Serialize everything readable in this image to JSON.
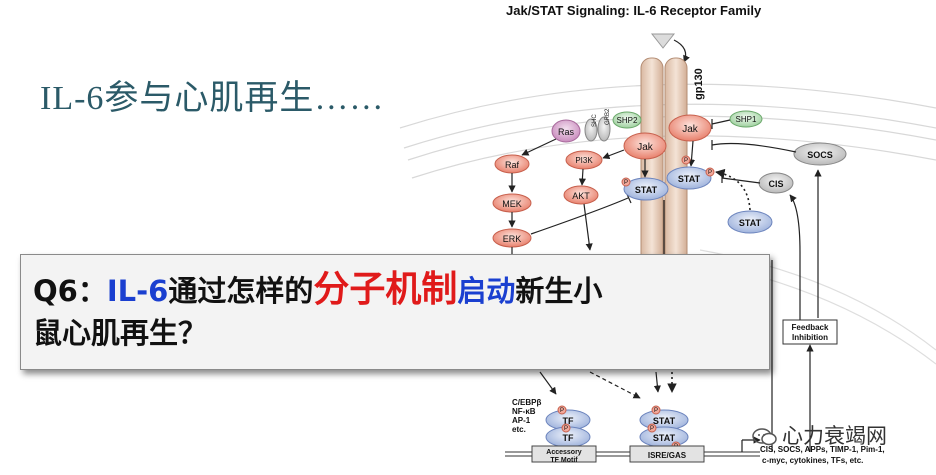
{
  "diagram": {
    "title": "Jak/STAT Signaling: IL-6 Receptor Family",
    "labels": {
      "gp130": "gp130",
      "ras": "Ras",
      "shc": "SHC",
      "grb2": "GRB2",
      "shp2": "SHP2",
      "shp1": "SHP1",
      "jak": "Jak",
      "socs": "SOCS",
      "raf": "Raf",
      "pi3k": "PI3K",
      "stat": "STAT",
      "cis": "CIS",
      "mek": "MEK",
      "akt": "AKT",
      "erk": "ERK",
      "tf": "TF",
      "p": "P",
      "feedback_line1": "Feedback",
      "feedback_line2": "Inhibition",
      "cofactors": [
        "C/EBPβ",
        "NF-κB",
        "AP-1",
        "etc."
      ],
      "accessory_line1": "Accessory",
      "accessory_line2": "TF Motif",
      "isre": "ISRE/GAS",
      "targets_line1": "CIS, SOCS, APPs, TIMP-1, Pim-1,",
      "targets_line2": "c-myc, cytokines, TFs, etc."
    }
  },
  "slide": {
    "heading": "IL-6参与心肌再生……",
    "question": {
      "prefix": "Q6：",
      "il6": "IL-6",
      "part1": "通过怎样的",
      "highlight": "分子机制",
      "part2": "启动",
      "part3": "新生小",
      "line2": "鼠心肌再生？"
    }
  },
  "watermark": {
    "text": "心力衰竭网"
  }
}
